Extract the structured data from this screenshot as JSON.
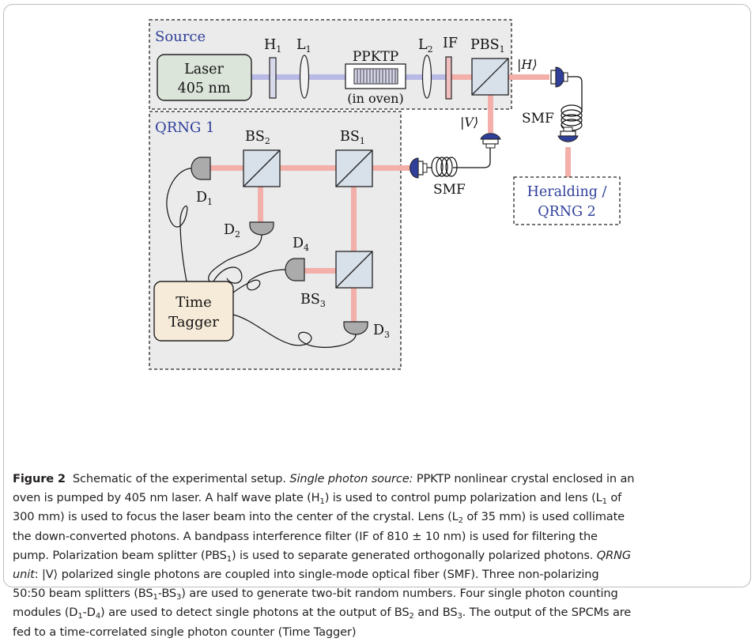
{
  "figure": {
    "source_box": {
      "title": "Source"
    },
    "qrng_box": {
      "title": "QRNG 1"
    },
    "laser": {
      "line1": "Laser",
      "line2": "405 nm"
    },
    "crystal": {
      "label": "PPKTP",
      "note": "(in oven)"
    },
    "labels": {
      "h": "H",
      "h_sub": "1",
      "l1": "L",
      "l1_sub": "1",
      "l2": "L",
      "l2_sub": "2",
      "if": "IF",
      "pbs": "PBS",
      "pbs_sub": "1",
      "ket_h": "|H⟩",
      "ket_v": "|V⟩",
      "smf_top": "SMF",
      "smf_mid": "SMF",
      "bs2": "BS",
      "bs2_sub": "2",
      "bs1": "BS",
      "bs1_sub": "1",
      "bs3": "BS",
      "bs3_sub": "3",
      "d1": "D",
      "d1_sub": "1",
      "d2": "D",
      "d2_sub": "2",
      "d3": "D",
      "d3_sub": "3",
      "d4": "D",
      "d4_sub": "4"
    },
    "time_tagger": {
      "line1": "Time",
      "line2": "Tagger"
    },
    "heralding": {
      "line1": "Heralding /",
      "line2": "QRNG 2"
    },
    "colors": {
      "pump_beam": "#b9b9e6",
      "photon_beam": "#f3b0ab",
      "laser_fill": "#dce5da",
      "tagger_fill": "#f6ead8",
      "box_fill": "#ebebeb",
      "blue_text": "#2f3f9a"
    }
  },
  "caption": {
    "label": "Figure 2",
    "l1a": "Schematic of the experimental setup. ",
    "l1b": "Single photon source:",
    "l1c": " PPKTP nonlinear crystal enclosed in an",
    "l2a": "oven is pumped by 405 nm laser. A half wave plate (H",
    "l2b": "1",
    "l2c": ") is used to control pump polarization and lens (L",
    "l2d": "1",
    "l2e": " of",
    "l3a": "300 mm) is used to focus the laser beam into the center of the crystal. Lens (L",
    "l3b": "2",
    "l3c": " of 35 mm) is used collimate",
    "l4": "the down-converted photons. A bandpass interference filter (IF of 810 ± 10 nm) is used for filtering the",
    "l5a": "pump. Polarization beam splitter (PBS",
    "l5b": "1",
    "l5c": ") is used to separate generated orthogonally polarized photons. ",
    "l5d": "QRNG",
    "l6a": "unit",
    "l6b": ": |V⟩ polarized single photons are coupled into single-mode optical fiber (SMF). Three non-polarizing",
    "l7a": "50:50 beam splitters (BS",
    "l7b": "1",
    "l7c": "-BS",
    "l7d": "3",
    "l7e": ") are used to generate two-bit random numbers. Four single photon counting",
    "l8a": "modules (D",
    "l8b": "1",
    "l8c": "-D",
    "l8d": "4",
    "l8e": ") are used to detect single photons at the output of BS",
    "l8f": "2",
    "l8g": " and BS",
    "l8h": "3",
    "l8i": ". The output of the SPCMs are",
    "l9": "fed to a time-correlated single photon counter (Time Tagger)"
  }
}
